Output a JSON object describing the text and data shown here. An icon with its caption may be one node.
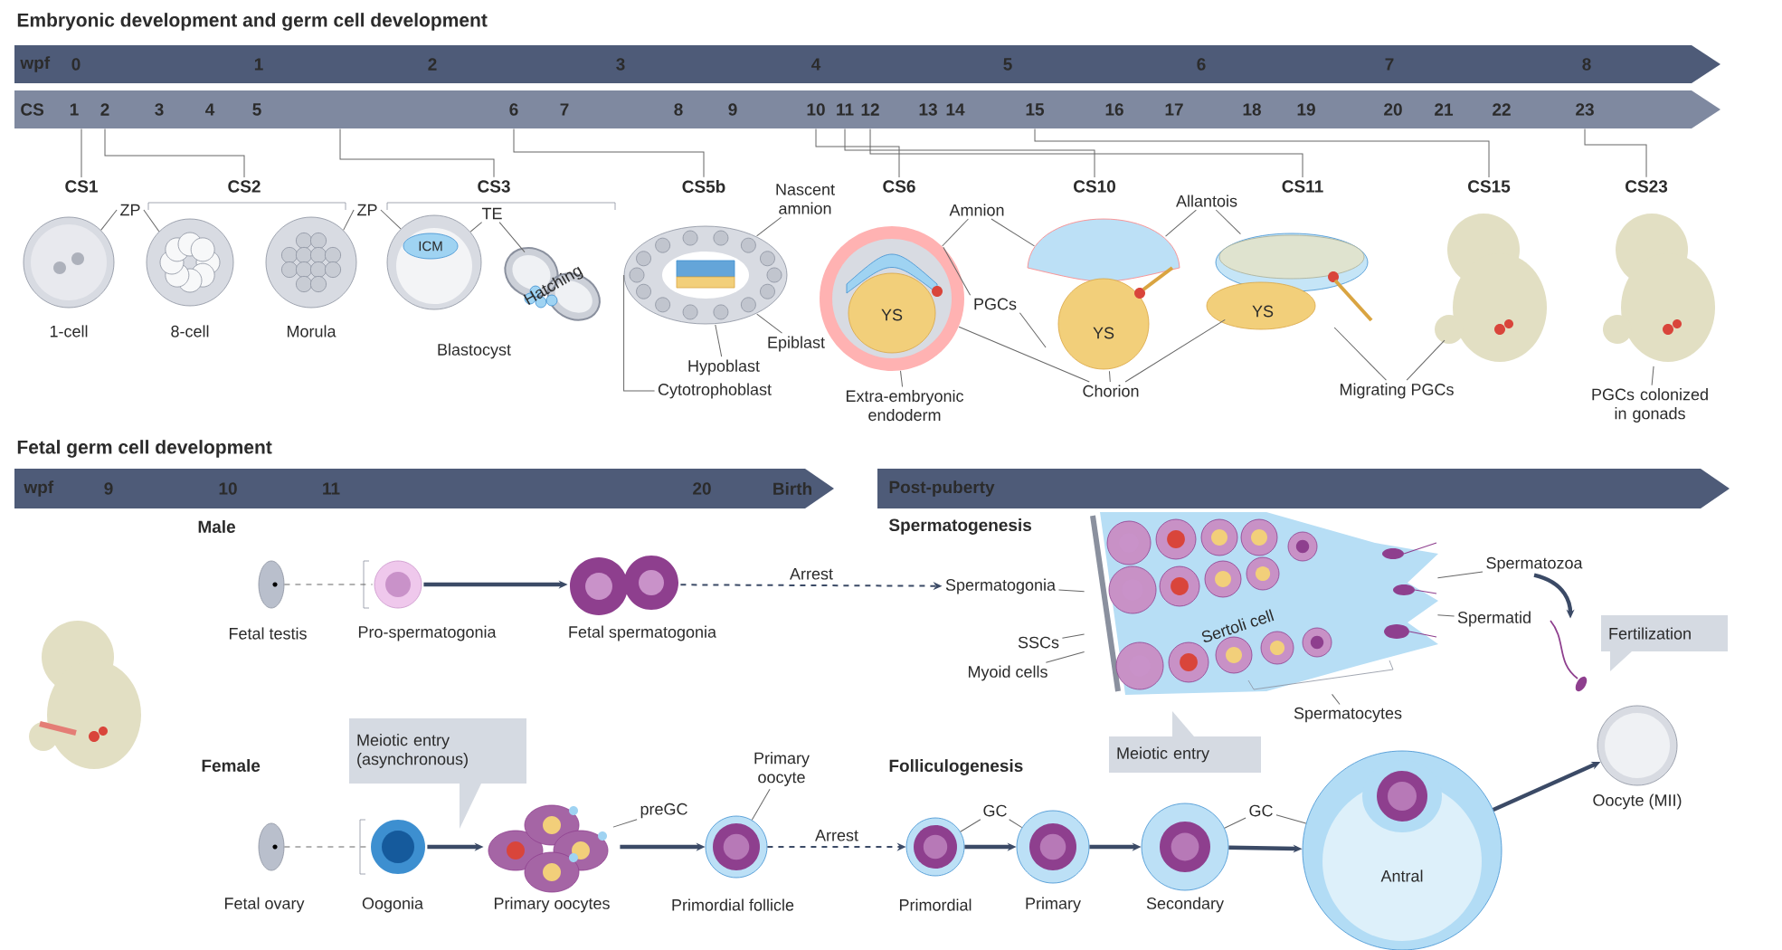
{
  "diagram": {
    "nodes": [
      {
        "text": [
          "wpf",
          "0",
          "1",
          "2",
          "3",
          "4",
          "5",
          "6",
          "7",
          "8"
        ]
      },
      {
        "text": [
          "CS",
          "1",
          "2",
          "3",
          "4",
          "5",
          "6",
          "7",
          "8",
          "9",
          "10",
          "11",
          "12",
          "13",
          "14",
          "15",
          "16",
          "17",
          "18",
          "19",
          "20",
          "21",
          "22",
          "23"
        ]
      },
      {
        "text": [
          "CS1"
        ]
      },
      {
        "text": [
          "CS2"
        ]
      },
      {
        "text": [
          "CS3"
        ]
      },
      {
        "text": [
          "CS5b"
        ]
      },
      {
        "text": [
          "CS6"
        ]
      },
      {
        "text": [
          "CS10"
        ]
      },
      {
        "text": [
          "CS11"
        ]
      },
      {
        "text": [
          "CS15"
        ]
      },
      {
        "text": [
          "CS23"
        ]
      },
      {
        "text": [],
        "shape": "picture",
        "beside": [
          "1-cell"
        ]
      },
      {
        "text": [],
        "shape": "picture",
        "beside": [
          "8-cell"
        ]
      },
      {
        "text": [],
        "shape": "picture",
        "beside": [
          "Morula"
        ]
      },
      {
        "text": [],
        "shape": "picture",
        "beside": [
          "Blastocyst"
        ]
      },
      {
        "text": [],
        "shape": "picture"
      },
      {
        "text": [],
        "shape": "picture"
      },
      {
        "text": [],
        "shape": "picture"
      },
      {
        "text": [],
        "shape": "picture"
      },
      {
        "text": [],
        "shape": "picture"
      },
      {
        "text": [],
        "shape": "picture"
      },
      {
        "text": [],
        "shape": "picture"
      },
      {
        "text": [
          "ZP"
        ]
      },
      {
        "text": [
          "ZP"
        ]
      },
      {
        "text": [
          "TE"
        ]
      },
      {
        "text": [
          "Nascent amnion"
        ]
      },
      {
        "text": [
          "Epiblast"
        ]
      },
      {
        "text": [
          "Hypoblast"
        ]
      },
      {
        "text": [
          "Cytotrophoblast"
        ]
      },
      {
        "text": [
          "Amnion"
        ]
      },
      {
        "text": [
          "PGCs"
        ]
      },
      {
        "text": [
          "Extra-embryonic endoderm"
        ]
      },
      {
        "text": [
          "Chorion"
        ]
      },
      {
        "text": [
          "Allantois"
        ]
      },
      {
        "text": [
          "Migrating PGCs"
        ]
      },
      {
        "text": [
          "PGCs colonized in gonads"
        ]
      },
      {
        "text": [
          "wpf",
          "9",
          "10",
          "11",
          "20",
          "Birth"
        ]
      },
      {
        "text": [
          "Post-puberty"
        ]
      },
      {
        "text": [],
        "shape": "picture",
        "beside": [
          "Fetal testis"
        ]
      },
      {
        "text": [],
        "shape": "picture",
        "beside": [
          "Pro-spermatogonia"
        ]
      },
      {
        "text": [],
        "shape": "picture",
        "beside": [
          "Fetal spermatogonia"
        ]
      },
      {
        "text": [
          "Spermatogonia"
        ]
      },
      {
        "text": [],
        "shape": "picture"
      },
      {
        "text": [
          "SSCs"
        ]
      },
      {
        "text": [
          "Myoid cells"
        ]
      },
      {
        "text": [
          "Spermatozoa"
        ]
      },
      {
        "text": [
          "Spermatid"
        ]
      },
      {
        "text": [
          "Spermatocytes"
        ]
      },
      {
        "text": [
          "Meiotic entry"
        ]
      },
      {
        "text": [
          "Fertilization"
        ]
      },
      {
        "text": [],
        "shape": "picture"
      },
      {
        "text": [],
        "shape": "picture",
        "beside": [
          "Oocyte (MII)"
        ]
      },
      {
        "text": [],
        "shape": "picture",
        "beside": [
          "Fetal ovary"
        ]
      },
      {
        "text": [],
        "shape": "picture",
        "beside": [
          "Oogonia"
        ]
      },
      {
        "text": [],
        "shape": "picture",
        "beside": [
          "Primary oocytes"
        ]
      },
      {
        "text": [],
        "shape": "picture",
        "beside": [
          "Primordial follicle"
        ]
      },
      {
        "text": [],
        "shape": "picture",
        "beside": [
          "Primordial"
        ]
      },
      {
        "text": [],
        "shape": "picture",
        "beside": [
          "Primary"
        ]
      },
      {
        "text": [],
        "shape": "picture",
        "beside": [
          "Secondary"
        ]
      },
      {
        "text": [
          "Antral"
        ]
      },
      {
        "text": [
          "Meiotic entry (asynchronous)"
        ]
      },
      {
        "text": [
          "preGC"
        ]
      },
      {
        "text": [
          "Primary oocyte"
        ]
      },
      {
        "text": [
          "GC"
        ]
      },
      {
        "text": [
          "GC"
        ]
      }
    ],
    "edges": [
      {
        "from": 1,
        "to": 2,
        "arrow": "none"
      },
      {
        "from": 1,
        "to": 3,
        "arrow": "none"
      },
      {
        "from": 1,
        "to": 4,
        "arrow": "none"
      },
      {
        "from": 1,
        "to": 5,
        "arrow": "none"
      },
      {
        "from": 1,
        "to": 6,
        "arrow": "none"
      },
      {
        "from": 1,
        "to": 7,
        "arrow": "none"
      },
      {
        "from": 1,
        "to": 8,
        "arrow": "none"
      },
      {
        "from": 1,
        "to": 9,
        "arrow": "none"
      },
      {
        "from": 1,
        "to": 10,
        "arrow": "none"
      },
      {
        "from": 22,
        "to": 11,
        "arrow": "none"
      },
      {
        "from": 22,
        "to": 12,
        "arrow": "none"
      },
      {
        "from": 23,
        "to": 13,
        "arrow": "none"
      },
      {
        "from": 23,
        "to": 14,
        "arrow": "none"
      },
      {
        "from": 24,
        "to": 14,
        "arrow": "none"
      },
      {
        "from": 24,
        "to": 15,
        "arrow": "none"
      },
      {
        "from": 25,
        "to": 16,
        "arrow": "none"
      },
      {
        "from": 26,
        "to": 16,
        "arrow": "none"
      },
      {
        "from": 27,
        "to": 16,
        "arrow": "none"
      },
      {
        "from": 28,
        "to": 16,
        "arrow": "none"
      },
      {
        "from": 29,
        "to": 17,
        "arrow": "none"
      },
      {
        "from": 29,
        "to": 18,
        "arrow": "none"
      },
      {
        "from": 30,
        "to": 17,
        "arrow": "none"
      },
      {
        "from": 30,
        "to": 18,
        "arrow": "none"
      },
      {
        "from": 31,
        "to": 17,
        "arrow": "none"
      },
      {
        "from": 32,
        "to": 17,
        "arrow": "none"
      },
      {
        "from": 32,
        "to": 18,
        "arrow": "none"
      },
      {
        "from": 32,
        "to": 19,
        "arrow": "none"
      },
      {
        "from": 33,
        "to": 18,
        "arrow": "none"
      },
      {
        "from": 33,
        "to": 19,
        "arrow": "none"
      },
      {
        "from": 34,
        "to": 19,
        "arrow": "none"
      },
      {
        "from": 34,
        "to": 20,
        "arrow": "none"
      },
      {
        "from": 35,
        "to": 21,
        "arrow": "none"
      },
      {
        "from": 38,
        "to": 39,
        "arrow": "none",
        "style": "dashed"
      },
      {
        "from": 39,
        "to": 40,
        "arrow": "to",
        "style": "thick",
        "color": "#3b4a66"
      },
      {
        "from": 40,
        "to": 41,
        "arrow": "to",
        "label": "Arrest",
        "style": "dashed",
        "color": "#3b4a66"
      },
      {
        "from": 41,
        "to": 42,
        "arrow": "none"
      },
      {
        "from": 43,
        "to": 42,
        "arrow": "none"
      },
      {
        "from": 44,
        "to": 42,
        "arrow": "none"
      },
      {
        "from": 45,
        "to": 42,
        "arrow": "none"
      },
      {
        "from": 46,
        "to": 42,
        "arrow": "none"
      },
      {
        "from": 47,
        "to": 42,
        "arrow": "none"
      },
      {
        "from": 45,
        "to": 50,
        "arrow": "to",
        "style": "thick",
        "color": "#3b4a66"
      },
      {
        "from": 52,
        "to": 53,
        "arrow": "none",
        "style": "dashed"
      },
      {
        "from": 53,
        "to": 54,
        "arrow": "to",
        "style": "thick",
        "color": "#3b4a66"
      },
      {
        "from": 54,
        "to": 55,
        "arrow": "to",
        "style": "thick",
        "color": "#3b4a66"
      },
      {
        "from": 55,
        "to": 56,
        "arrow": "to",
        "label": "Arrest",
        "style": "dashed",
        "color": "#3b4a66"
      },
      {
        "from": 56,
        "to": 57,
        "arrow": "to",
        "style": "thick",
        "color": "#3b4a66"
      },
      {
        "from": 57,
        "to": 58,
        "arrow": "to",
        "style": "thick",
        "color": "#3b4a66"
      },
      {
        "from": 58,
        "to": 59,
        "arrow": "to",
        "style": "thick",
        "color": "#3b4a66"
      },
      {
        "from": 59,
        "to": 51,
        "arrow": "to",
        "style": "thick",
        "color": "#3b4a66"
      },
      {
        "from": 61,
        "to": 54,
        "arrow": "none"
      },
      {
        "from": 62,
        "to": 55,
        "arrow": "none"
      },
      {
        "from": 63,
        "to": 56,
        "arrow": "none"
      },
      {
        "from": 63,
        "to": 57,
        "arrow": "none"
      },
      {
        "from": 64,
        "to": 58,
        "arrow": "none"
      },
      {
        "from": 64,
        "to": 59,
        "arrow": "none"
      }
    ],
    "labels": [
      "Embryonic development and germ cell development",
      "ICM",
      "Hatching",
      "YS",
      "YS",
      "YS",
      "Fetal germ cell development",
      "Male",
      "Spermatogenesis",
      "Sertoli cell",
      "Female",
      "Folliculogenesis"
    ]
  }
}
